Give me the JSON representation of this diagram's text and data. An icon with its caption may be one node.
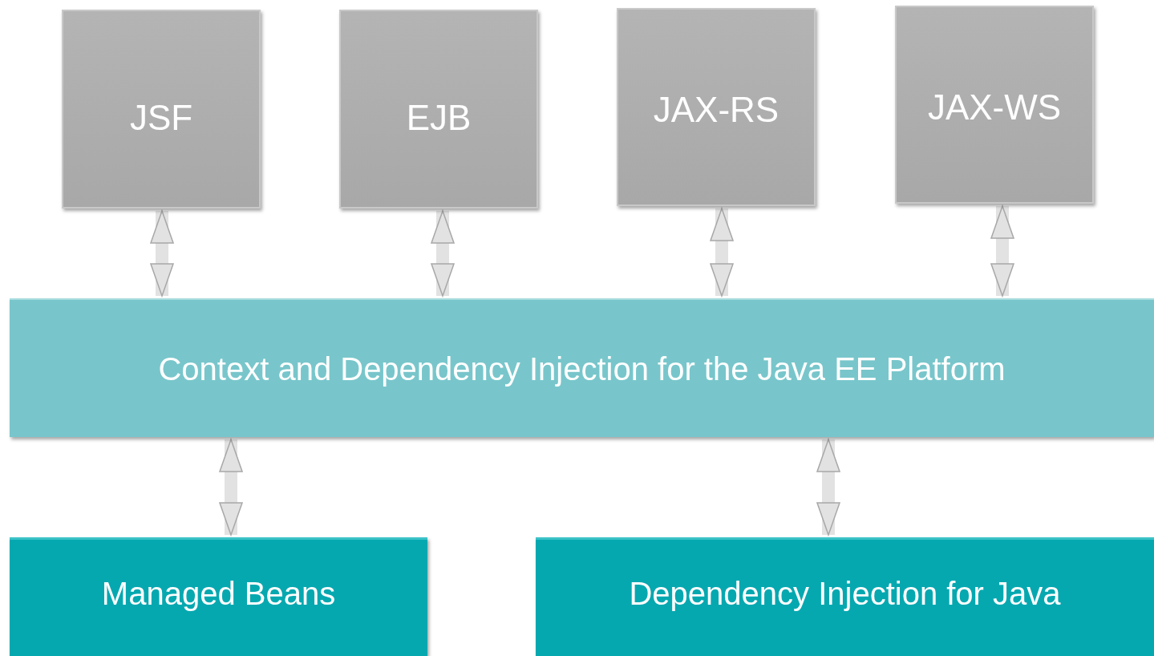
{
  "diagram": {
    "nodes": [
      {
        "text": [
          "JSF"
        ]
      },
      {
        "text": [
          "EJB"
        ]
      },
      {
        "text": [
          "JAX-RS"
        ]
      },
      {
        "text": [
          "JAX-WS"
        ]
      },
      {
        "text": [
          "Context and Dependency Injection for the Java EE Platform"
        ]
      },
      {
        "text": [
          "Managed Beans"
        ]
      },
      {
        "text": [
          "Dependency Injection for Java"
        ]
      }
    ],
    "edges": [
      {
        "from": 0,
        "to": 4,
        "arrow": "both"
      },
      {
        "from": 1,
        "to": 4,
        "arrow": "both"
      },
      {
        "from": 2,
        "to": 4,
        "arrow": "both"
      },
      {
        "from": 3,
        "to": 4,
        "arrow": "both"
      },
      {
        "from": 4,
        "to": 5,
        "arrow": "both"
      },
      {
        "from": 4,
        "to": 6,
        "arrow": "both"
      }
    ]
  }
}
